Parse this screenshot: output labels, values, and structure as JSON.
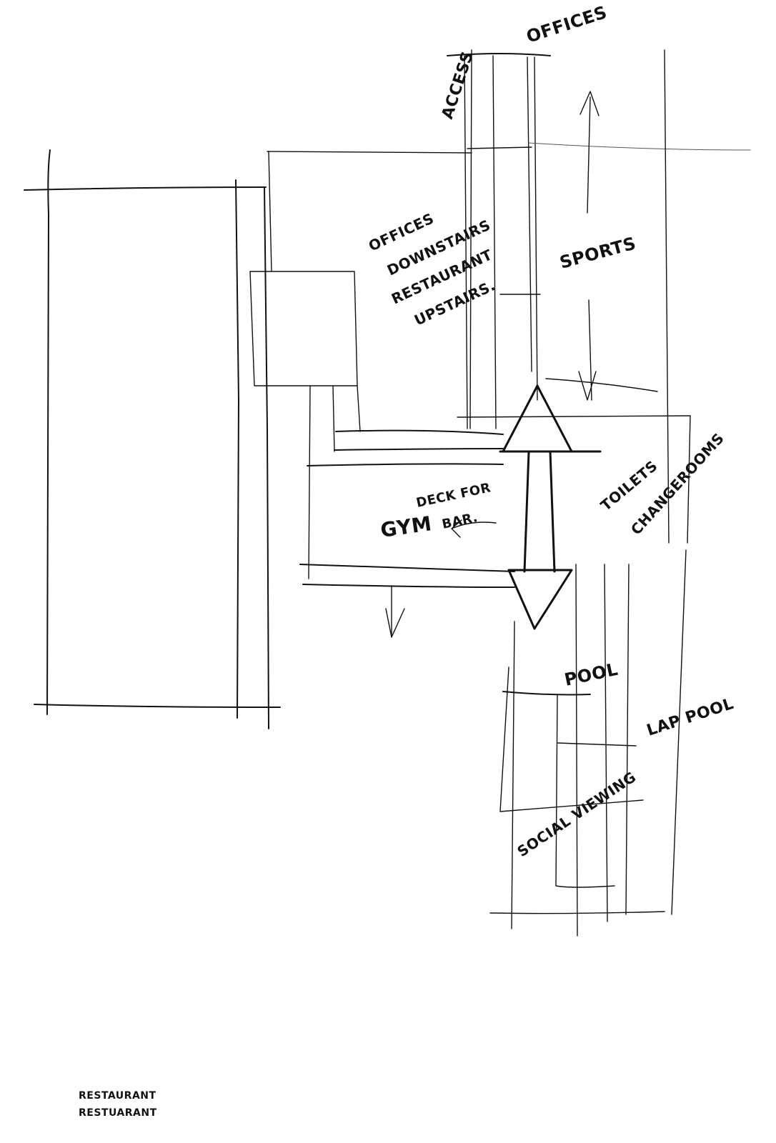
{
  "sketch": {
    "type": "hand-drawn architectural site plan sketch",
    "ink_color": "#111111",
    "paper_color": "#ffffff",
    "labels": {
      "offices_top": "OFFICES",
      "access": "ACCESS",
      "offices_block": [
        "OFFICES",
        "DOWNSTAIRS",
        "RESTAURANT",
        "UPSTAIRS."
      ],
      "sports": "SPORTS",
      "deck_for_bar": [
        "DECK FOR",
        "BAR."
      ],
      "gym": "GYM",
      "toilets": "TOILETS",
      "changerooms": "CHANGEROOMS",
      "pool": "POOL",
      "lap_pool": "LAP POOL",
      "social_viewing": "SOCIAL VIEWING",
      "footer_note": [
        "RESTAURANT",
        "RESTUARANT"
      ]
    },
    "annotations": {
      "arrows": [
        "up-arrow-sports",
        "down-arrow-sports",
        "double-headed-arrow-central-circulation",
        "down-arrow-gym",
        "left-arrow-bar"
      ]
    }
  }
}
